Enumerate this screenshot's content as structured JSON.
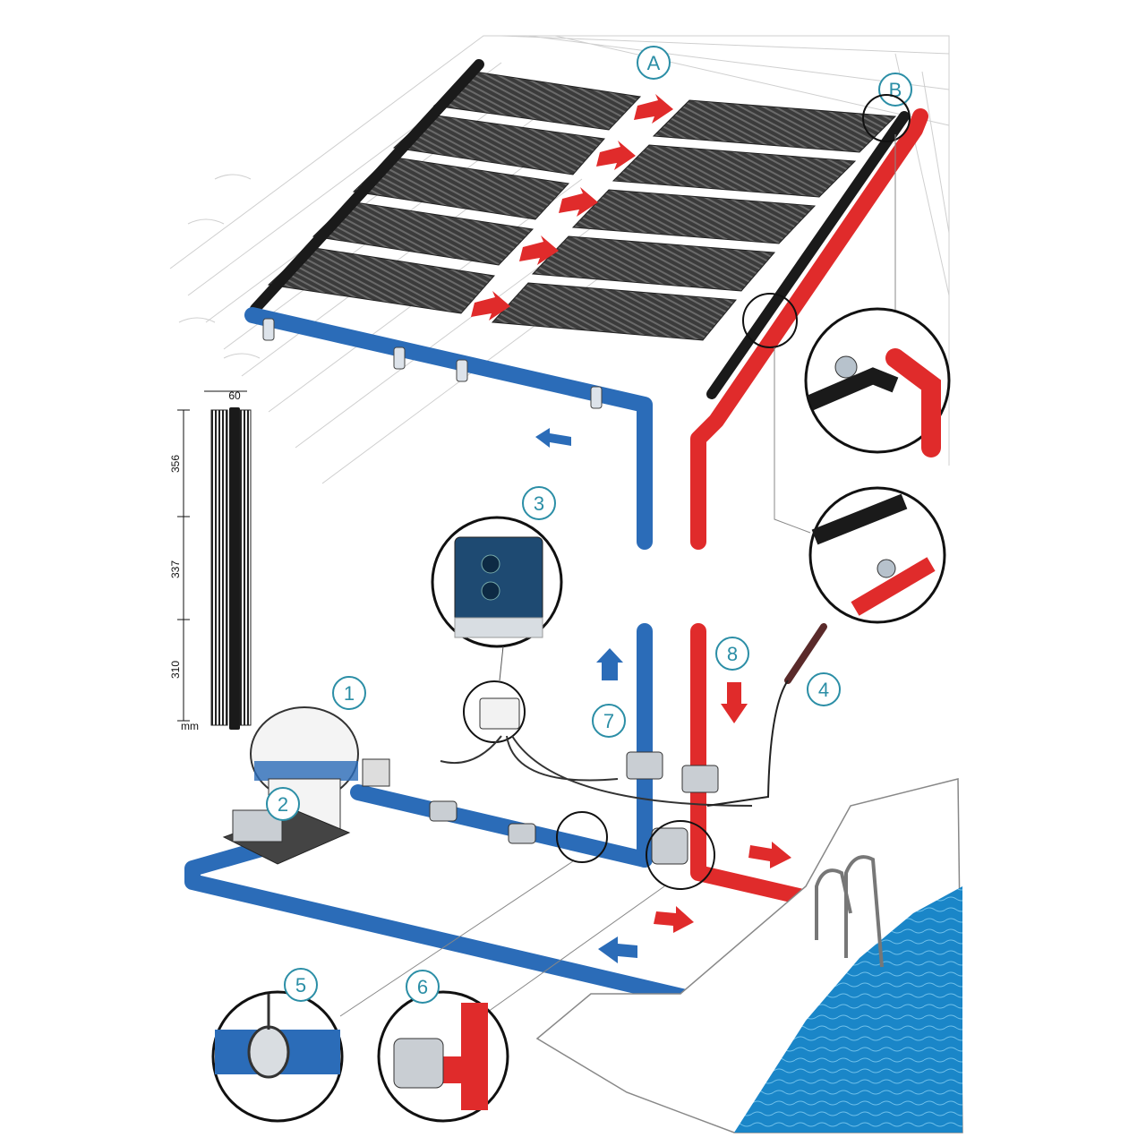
{
  "diagram": {
    "callouts": {
      "A": "A",
      "B": "B",
      "c1": "1",
      "c2": "2",
      "c3": "3",
      "c4": "4",
      "c5": "5",
      "c6": "6",
      "c7": "7",
      "c8": "8"
    },
    "panel_dimensions": {
      "width": "60",
      "seg_top": "356",
      "seg_mid": "337",
      "seg_bot": "310",
      "unit": "mm"
    },
    "colors": {
      "cold_pipe": "#2b6cb8",
      "hot_pipe": "#e02b2b",
      "callout": "#2b8ea6",
      "pool_water": "#1a86c8",
      "collector": "#3a3a3a"
    },
    "icons": {
      "flow_arrow": "arrow-icon",
      "sensor": "temperature-sensor-icon",
      "controller": "controller-box-icon",
      "filter": "sand-filter-icon",
      "pump": "pump-icon",
      "valve": "three-way-valve-icon"
    }
  }
}
